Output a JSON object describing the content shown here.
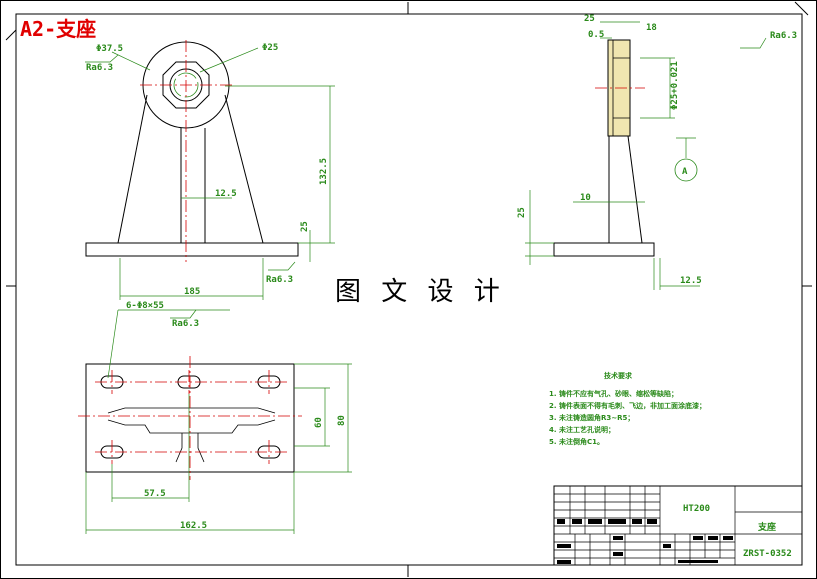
{
  "title": "A2-支座",
  "watermark": "图 文 设 计",
  "colors": {
    "outline": "#000000",
    "dim": "#2a8a1a",
    "center": "#d40000",
    "title": "#e00000",
    "hatch": "#f0e6b0"
  },
  "front_view": {
    "dims": {
      "d_outer": "Φ37.5",
      "d_inner": "Φ25",
      "rough_top": "Ra6.3",
      "width_slot": "12.5",
      "height": "132.5",
      "base_thk": "25",
      "base_w": "185",
      "rough_base": "Ra6.3"
    }
  },
  "side_view": {
    "dims": {
      "top_a": "25",
      "top_b": "18",
      "top_c": "0.5",
      "bore": "Φ25+0.021",
      "rough": "Ra6.3",
      "rib": "10",
      "height": "25",
      "base_ext": "12.5"
    },
    "callout": "A"
  },
  "top_view": {
    "dims": {
      "holes": "6-Φ8×55",
      "rough": "Ra6.3",
      "inner_h": "60",
      "outer_h": "80",
      "pitch": "57.5",
      "total_w": "162.5"
    }
  },
  "tech_req": {
    "heading": "技术要求",
    "items": [
      "1. 铸件不应有气孔、砂眼、缩松等缺陷；",
      "2. 铸件表面不得有毛刺、飞边，非加工面涂底漆；",
      "3. 未注铸造圆角R3~R5；",
      "4. 未注工艺孔说明；",
      "5. 未注倒角C1。"
    ]
  },
  "title_block": {
    "material": "HT200",
    "part_name": "支座",
    "drawing_no": "ZRST-0352"
  },
  "corner_rough": "Ra6.3"
}
